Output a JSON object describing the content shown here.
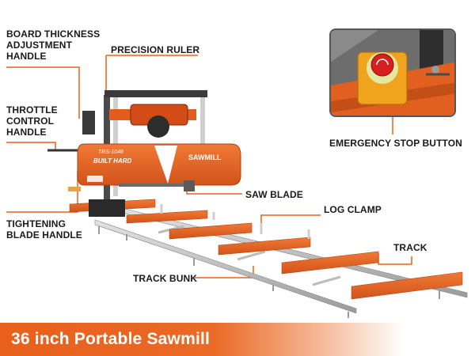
{
  "labels": {
    "board_thickness": "BOARD THICKNESS\nADJUSTMENT\nHANDLE",
    "precision_ruler": "PRECISION RULER",
    "throttle": "THROTTLE\nCONTROL\nHANDLE",
    "tightening": "TIGHTENING\nBLADE HANDLE",
    "saw_blade": "SAW BLADE",
    "log_clamp": "LOG CLAMP",
    "track": "TRACK",
    "track_bunk": "TRACK BUNK",
    "emergency_stop": "EMERGENCY STOP BUTTON"
  },
  "machine": {
    "model": "TRS-1046",
    "tagline": "BUILT HARD",
    "brand": "SAWMILL"
  },
  "banner": {
    "title": "36 inch Portable Sawmill"
  },
  "colors": {
    "accent": "#e8601c",
    "leader": "#e8601c",
    "steel": "#c8c8c8"
  },
  "icons": {
    "emergency_button": "emergency-stop-button-icon"
  }
}
